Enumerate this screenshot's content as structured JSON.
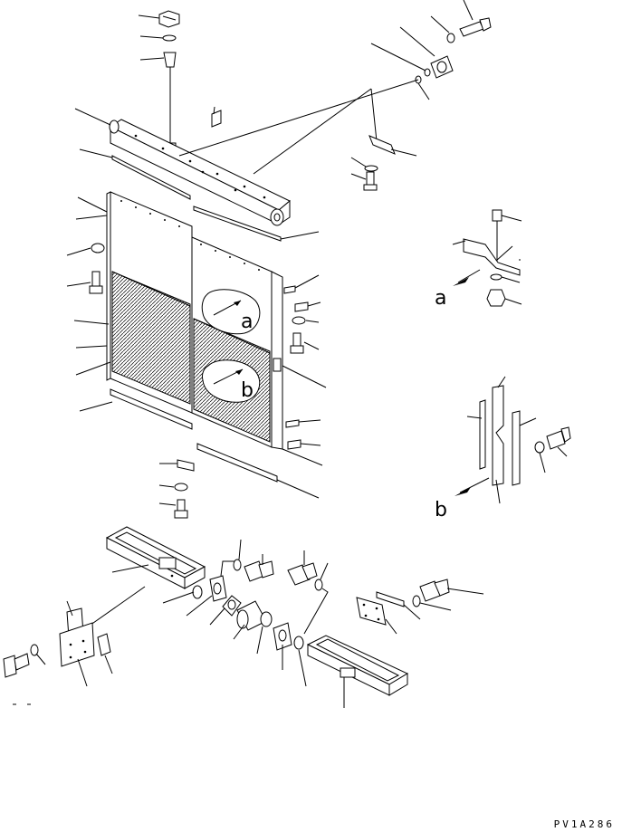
{
  "detail_labels": {
    "a": "a",
    "b": "b"
  },
  "drawing_code": "PV1A286",
  "colors": {
    "ink": "#000000",
    "paper": "#ffffff"
  }
}
